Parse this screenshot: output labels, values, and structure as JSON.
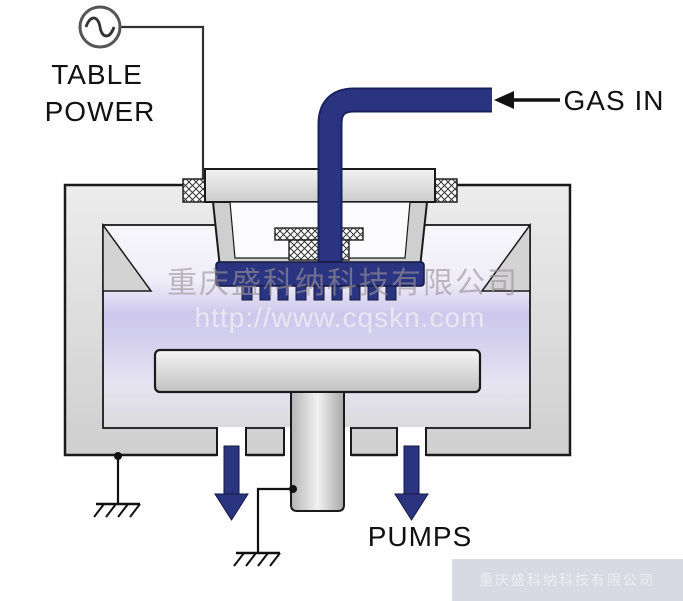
{
  "diagram": {
    "title": "plasma-etch-chamber-schematic",
    "labels": {
      "table_power_line1": "TABLE",
      "table_power_line2": "POWER",
      "gas_in": "GAS IN",
      "pumps": "PUMPS"
    },
    "watermark": {
      "company": "重庆盛科纳科技有限公司",
      "url": "http://www.cqskn.com"
    },
    "corner_watermark": "重庆盛科纳科技有限公司",
    "colors": {
      "pipe_navy": "#2a3480",
      "pipe_outline": "#1b2260",
      "plasma_lavender": "#cdc8ec",
      "chamber_gray": "#d9d9d9",
      "outline_black": "#1a1a1a",
      "label_black": "#111111"
    }
  }
}
